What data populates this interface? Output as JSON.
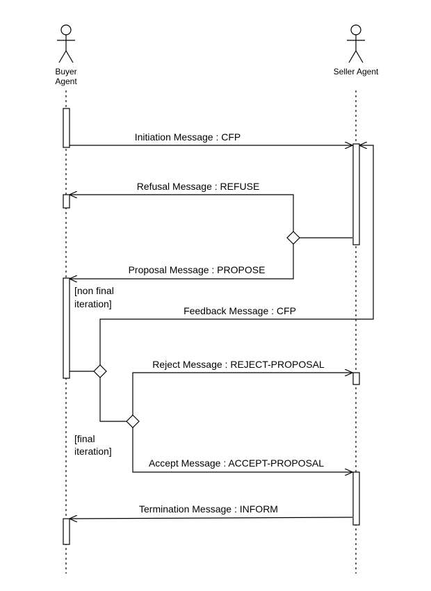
{
  "actors": {
    "buyer": {
      "line1": "Buyer",
      "line2": "Agent"
    },
    "seller": {
      "label": "Seller Agent"
    }
  },
  "messages": {
    "initiation": "Initiation Message : CFP",
    "refusal": "Refusal Message : REFUSE",
    "proposal": "Proposal Message : PROPOSE",
    "feedback": "Feedback Message : CFP",
    "reject": "Reject Message : REJECT-PROPOSAL",
    "accept": "Accept Message : ACCEPT-PROPOSAL",
    "termination": "Termination Message : INFORM"
  },
  "guards": {
    "non_final": {
      "line1": "[non final",
      "line2": "iteration]"
    },
    "final": {
      "line1": "[final",
      "line2": "iteration]"
    }
  }
}
